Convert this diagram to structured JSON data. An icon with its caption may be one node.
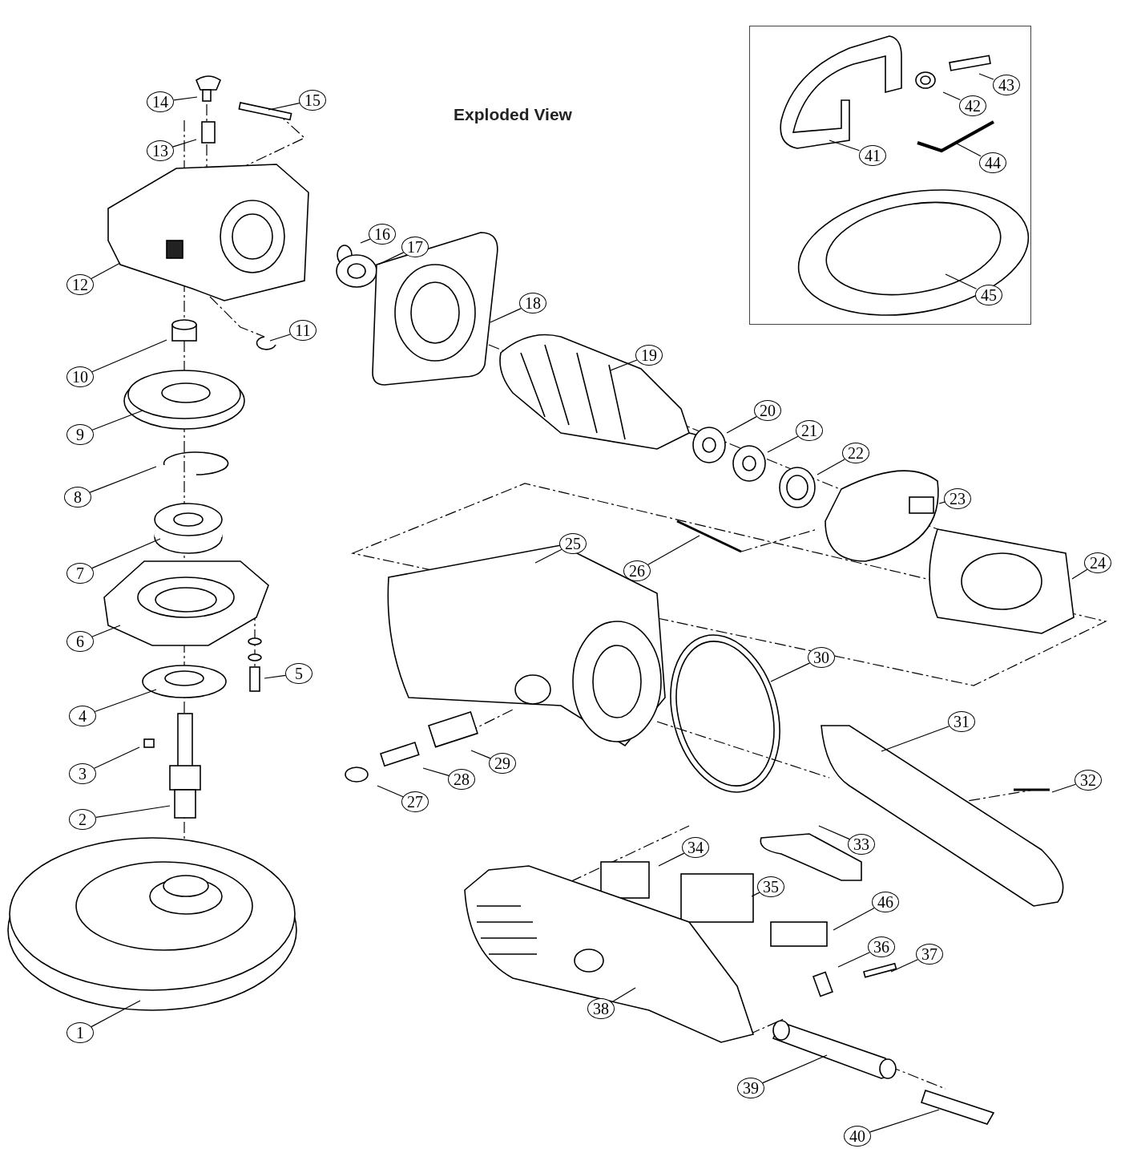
{
  "diagram": {
    "title": "Exploded View",
    "nodes": [
      {
        "text": [],
        "shape": "box"
      },
      {
        "text": [
          "1"
        ]
      },
      {
        "text": [
          "2"
        ]
      },
      {
        "text": [
          "3"
        ]
      },
      {
        "text": [
          "4"
        ]
      },
      {
        "text": [
          "5"
        ]
      },
      {
        "text": [
          "6"
        ]
      },
      {
        "text": [
          "7"
        ]
      },
      {
        "text": [
          "8"
        ]
      },
      {
        "text": [
          "9"
        ]
      },
      {
        "text": [
          "10"
        ]
      },
      {
        "text": [
          "11"
        ]
      },
      {
        "text": [
          "12"
        ]
      },
      {
        "text": [
          "13"
        ]
      },
      {
        "text": [
          "14"
        ]
      },
      {
        "text": [
          "15"
        ]
      },
      {
        "text": [
          "16"
        ]
      },
      {
        "text": [
          "17"
        ]
      },
      {
        "text": [
          "18"
        ]
      },
      {
        "text": [
          "19"
        ]
      },
      {
        "text": [
          "20"
        ]
      },
      {
        "text": [
          "21"
        ]
      },
      {
        "text": [
          "22"
        ]
      },
      {
        "text": [
          "23"
        ]
      },
      {
        "text": [
          "24"
        ]
      },
      {
        "text": [
          "25"
        ]
      },
      {
        "text": [
          "26"
        ]
      },
      {
        "text": [
          "27"
        ]
      },
      {
        "text": [
          "28"
        ]
      },
      {
        "text": [
          "29"
        ]
      },
      {
        "text": [
          "30"
        ]
      },
      {
        "text": [
          "31"
        ]
      },
      {
        "text": [
          "32"
        ]
      },
      {
        "text": [
          "33"
        ]
      },
      {
        "text": [
          "34"
        ]
      },
      {
        "text": [
          "35"
        ]
      },
      {
        "text": [
          "36"
        ]
      },
      {
        "text": [
          "37"
        ]
      },
      {
        "text": [
          "38"
        ]
      },
      {
        "text": [
          "39"
        ]
      },
      {
        "text": [
          "40"
        ]
      },
      {
        "text": [
          "41"
        ],
        "in": 0
      },
      {
        "text": [
          "42"
        ],
        "in": 0
      },
      {
        "text": [
          "43"
        ],
        "in": 0
      },
      {
        "text": [
          "44"
        ],
        "in": 0
      },
      {
        "text": [
          "45"
        ],
        "in": 0
      },
      {
        "text": [
          "46"
        ]
      }
    ],
    "edges": [
      {
        "from": 1,
        "to": null,
        "arrow": "none"
      },
      {
        "from": 2,
        "to": null,
        "arrow": "none"
      },
      {
        "from": 3,
        "to": null,
        "arrow": "none"
      },
      {
        "from": 4,
        "to": null,
        "arrow": "none"
      },
      {
        "from": 5,
        "to": null,
        "arrow": "none"
      },
      {
        "from": 6,
        "to": null,
        "arrow": "none"
      },
      {
        "from": 7,
        "to": null,
        "arrow": "none"
      },
      {
        "from": 8,
        "to": null,
        "arrow": "none"
      },
      {
        "from": 9,
        "to": null,
        "arrow": "none"
      },
      {
        "from": 10,
        "to": null,
        "arrow": "none"
      },
      {
        "from": 11,
        "to": null,
        "arrow": "none"
      },
      {
        "from": 12,
        "to": null,
        "arrow": "none"
      },
      {
        "from": 13,
        "to": null,
        "arrow": "none"
      },
      {
        "from": 14,
        "to": null,
        "arrow": "none"
      },
      {
        "from": 15,
        "to": null,
        "arrow": "none"
      },
      {
        "from": 16,
        "to": null,
        "arrow": "none"
      },
      {
        "from": 17,
        "to": null,
        "arrow": "none"
      },
      {
        "from": 18,
        "to": null,
        "arrow": "none"
      },
      {
        "from": 19,
        "to": null,
        "arrow": "none"
      },
      {
        "from": 20,
        "to": null,
        "arrow": "none"
      },
      {
        "from": 21,
        "to": null,
        "arrow": "none"
      },
      {
        "from": 22,
        "to": null,
        "arrow": "none"
      },
      {
        "from": 23,
        "to": null,
        "arrow": "none"
      },
      {
        "from": 24,
        "to": null,
        "arrow": "none"
      },
      {
        "from": 25,
        "to": null,
        "arrow": "none"
      },
      {
        "from": 26,
        "to": null,
        "arrow": "none"
      },
      {
        "from": 27,
        "to": null,
        "arrow": "none"
      },
      {
        "from": 28,
        "to": null,
        "arrow": "none"
      },
      {
        "from": 29,
        "to": null,
        "arrow": "none"
      },
      {
        "from": 30,
        "to": null,
        "arrow": "none"
      },
      {
        "from": 31,
        "to": null,
        "arrow": "none"
      },
      {
        "from": 32,
        "to": null,
        "arrow": "none"
      },
      {
        "from": 33,
        "to": null,
        "arrow": "none"
      },
      {
        "from": 34,
        "to": null,
        "arrow": "none"
      },
      {
        "from": 35,
        "to": null,
        "arrow": "none"
      },
      {
        "from": 36,
        "to": null,
        "arrow": "none"
      },
      {
        "from": 37,
        "to": null,
        "arrow": "none"
      },
      {
        "from": 38,
        "to": null,
        "arrow": "none"
      },
      {
        "from": 39,
        "to": null,
        "arrow": "none"
      },
      {
        "from": 40,
        "to": null,
        "arrow": "none"
      },
      {
        "from": 41,
        "to": null,
        "arrow": "none"
      },
      {
        "from": 42,
        "to": null,
        "arrow": "none"
      },
      {
        "from": 43,
        "to": null,
        "arrow": "none"
      },
      {
        "from": 44,
        "to": null,
        "arrow": "none"
      },
      {
        "from": 45,
        "to": null,
        "arrow": "none"
      },
      {
        "from": 46,
        "to": null,
        "arrow": "none"
      }
    ]
  }
}
